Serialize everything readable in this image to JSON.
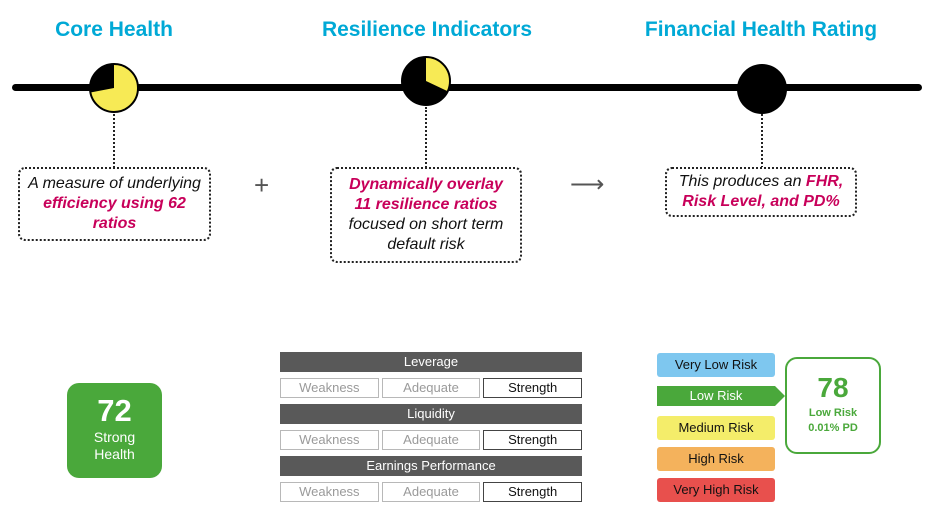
{
  "headings": {
    "core": "Core Health",
    "resilience": "Resilience Indicators",
    "fhr": "Financial Health Rating"
  },
  "nodes": {
    "core_fill_fraction": 0.72,
    "resilience_fill_fraction": 0.32,
    "fill_color": "#f7ea55",
    "base_color": "#000000"
  },
  "callouts": {
    "core": {
      "pre": "A measure of underlying ",
      "hl": "efficiency using 62 ratios",
      "post": ""
    },
    "resilience": {
      "pre": "",
      "hl": "Dynamically overlay 11 resilience ratios",
      "post": " focused on short term default risk"
    },
    "fhr": {
      "pre": "This produces an ",
      "hl": "FHR, Risk Level, and PD%",
      "post": ""
    }
  },
  "operators": {
    "plus": "+",
    "arrow": "⟶"
  },
  "core_score": {
    "value": "72",
    "label_line1": "Strong",
    "label_line2": "Health",
    "color": "#4aa83b"
  },
  "categories": [
    {
      "name": "Leverage",
      "options": [
        "Weakness",
        "Adequate",
        "Strength"
      ],
      "selected": "Strength"
    },
    {
      "name": "Liquidity",
      "options": [
        "Weakness",
        "Adequate",
        "Strength"
      ],
      "selected": "Strength"
    },
    {
      "name": "Earnings Performance",
      "options": [
        "Weakness",
        "Adequate",
        "Strength"
      ],
      "selected": "Strength"
    }
  ],
  "risk_levels": [
    {
      "label": "Very Low Risk",
      "color": "#7ec7ef"
    },
    {
      "label": "Low Risk",
      "color": "#4aa83b",
      "active": true
    },
    {
      "label": "Medium Risk",
      "color": "#f4ed6a"
    },
    {
      "label": "High Risk",
      "color": "#f4b25c"
    },
    {
      "label": "Very High Risk",
      "color": "#e8504d"
    }
  ],
  "fhr_score": {
    "value": "78",
    "risk": "Low Risk",
    "pd": "0.01% PD"
  }
}
